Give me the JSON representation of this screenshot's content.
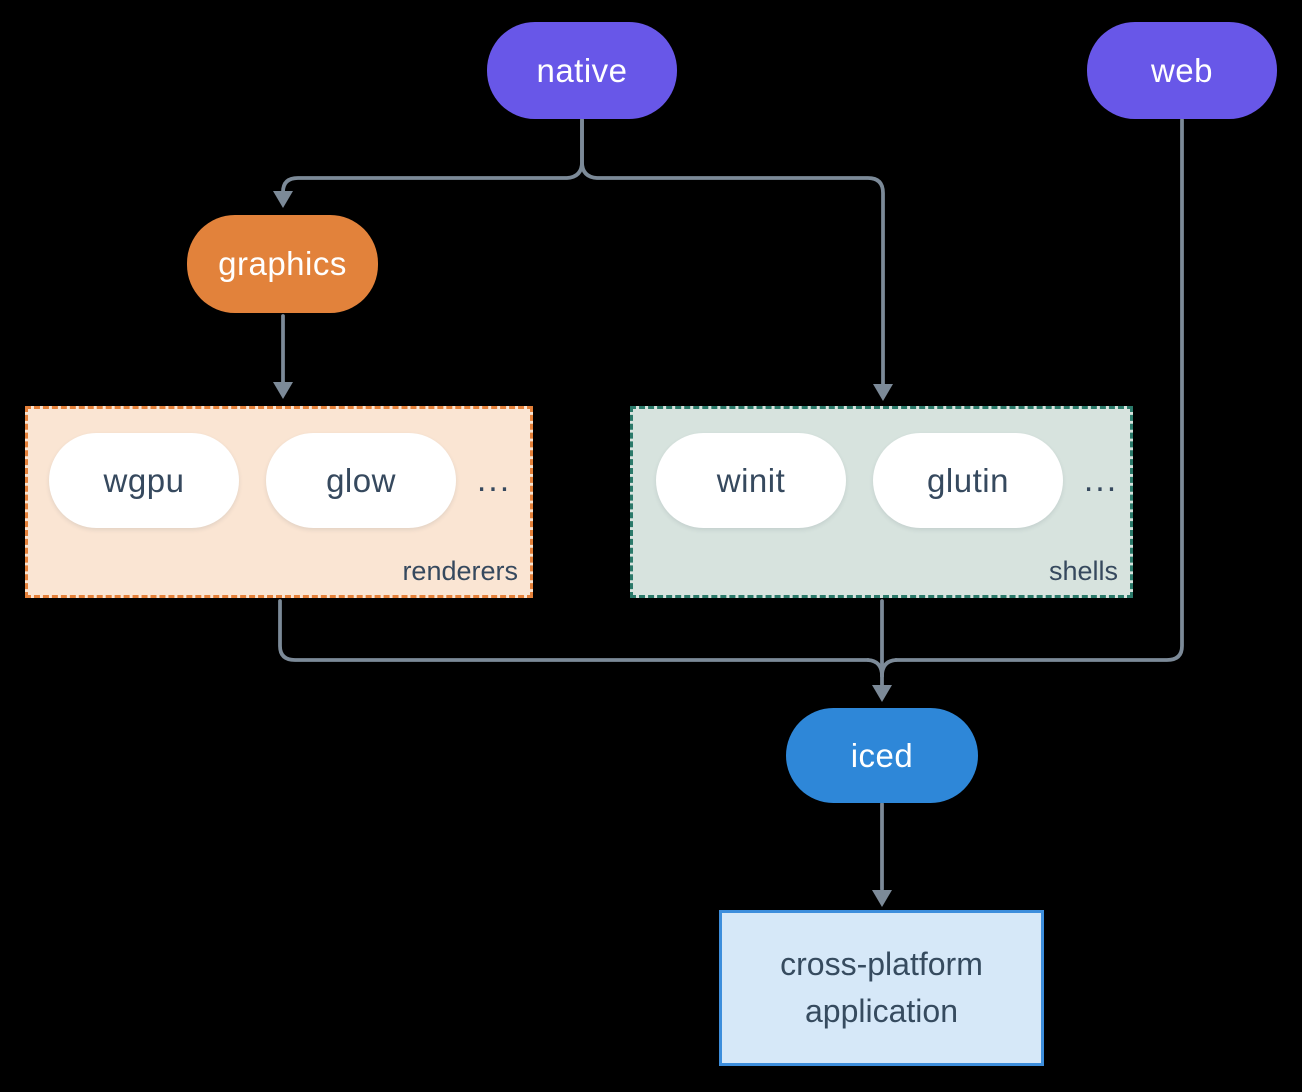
{
  "diagram": {
    "nodes": {
      "native": "native",
      "web": "web",
      "graphics": "graphics",
      "iced": "iced",
      "app_line1": "cross-platform",
      "app_line2": "application"
    },
    "renderers": {
      "label": "renderers",
      "pills": [
        "wgpu",
        "glow"
      ],
      "ellipsis": "..."
    },
    "shells": {
      "label": "shells",
      "pills": [
        "winit",
        "glutin"
      ],
      "ellipsis": "..."
    },
    "colors": {
      "node_purple": "#6857E8",
      "node_orange": "#E2823B",
      "node_blue": "#2E87D8",
      "white_pill": "#FFFFFF",
      "renderers_fill": "#FAE5D3",
      "renderers_border": "#E5813A",
      "shells_fill": "#D7E3DE",
      "shells_border": "#2B7A6A",
      "app_fill": "#D6E8F8",
      "app_border": "#3D8EDC",
      "connector_gray": "#7C8A98",
      "dark_text": "#36495E",
      "background": "#000000"
    }
  }
}
